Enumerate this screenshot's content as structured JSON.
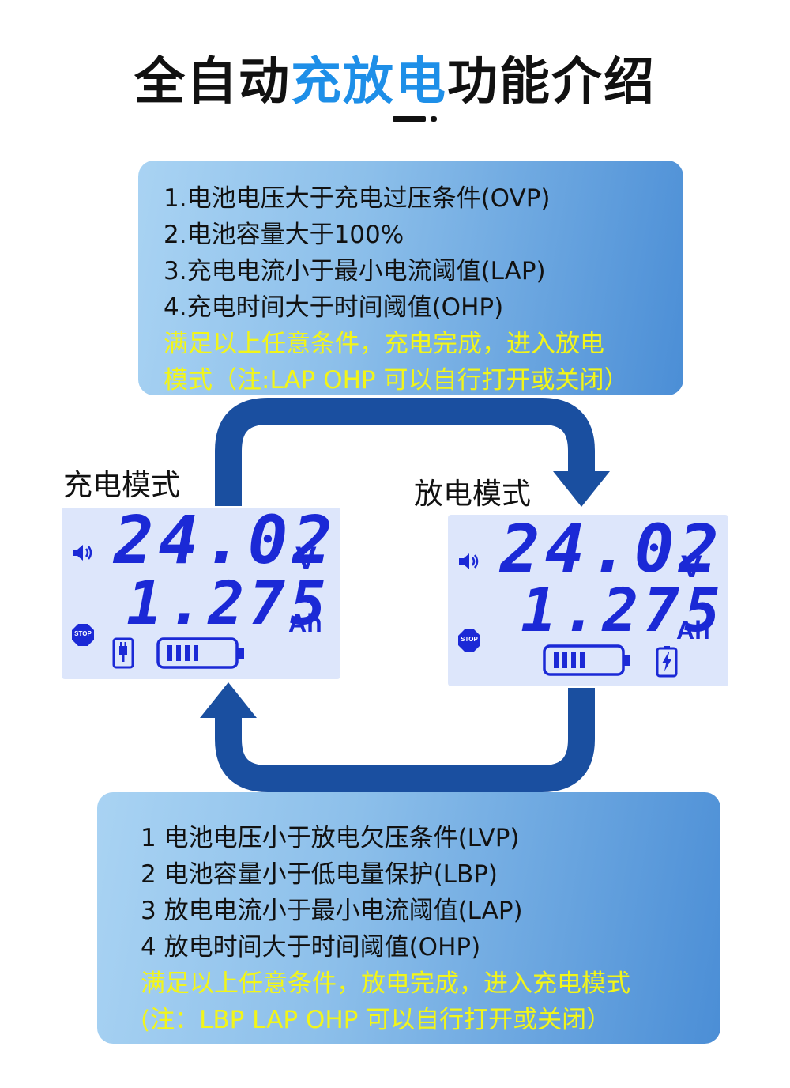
{
  "title": {
    "part1": "全自动",
    "part2": "充放电",
    "part3": "功能介绍"
  },
  "charge_to_discharge": {
    "conditions": [
      "1.电池电压大于充电过压条件(OVP)",
      "2.电池容量大于100%",
      "3.充电电流小于最小电流阈值(LAP)",
      "4.充电时间大于时间阈值(OHP)"
    ],
    "result": [
      "满足以上任意条件，充电完成，进入放电",
      "模式（注:LAP  OHP 可以自行打开或关闭）"
    ]
  },
  "discharge_to_charge": {
    "conditions": [
      "1 电池电压小于放电欠压条件(LVP)",
      "2 电池容量小于低电量保护(LBP)",
      "3 放电电流小于最小电流阈值(LAP)",
      "4 放电时间大于时间阈值(OHP)"
    ],
    "result": [
      "满足以上任意条件，放电完成，进入充电模式",
      "(注：LBP  LAP  OHP 可以自行打开或关闭）"
    ]
  },
  "modes": {
    "charge_label": "充电模式",
    "discharge_label": "放电模式"
  },
  "display": {
    "voltage": "24.02",
    "voltage_unit": "V",
    "capacity": "1.275",
    "capacity_unit": "Ah",
    "stop_label": "STOP",
    "battery_bars": 4
  },
  "colors": {
    "accent": "#1e8fe8",
    "arrow": "#1a4fa0",
    "lcd_digits": "#1b29d6",
    "lcd_bg": "#dde6fb",
    "highlight_text": "#f2f519"
  }
}
